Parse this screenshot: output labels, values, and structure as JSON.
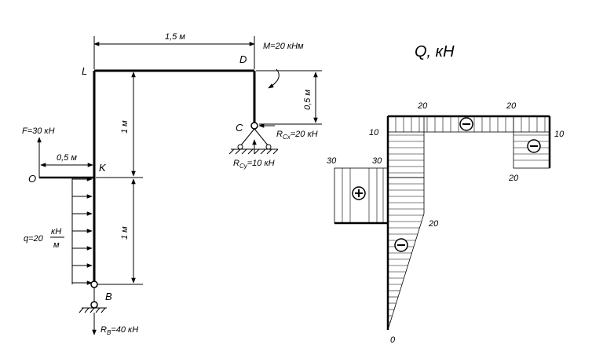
{
  "frame": {
    "dim_span": "1,5 м",
    "moment": "M=20 кНм",
    "point_L": "L",
    "point_D": "D",
    "point_C": "C",
    "point_K": "K",
    "point_O": "O",
    "point_B": "B",
    "dim_1m_top": "1 м",
    "dim_1m_bottom": "1 м",
    "dim_05m_right": "0,5 м",
    "dim_05m_left": "0,5 м",
    "force_F": "F=30 кН",
    "load_q_prefix": "q=20",
    "load_q_num": "кН",
    "load_q_den": "м",
    "reaction_Cx": "R",
    "reaction_Cx_sub": "Cx",
    "reaction_Cx_val": "=20 кН",
    "reaction_Cy": "R",
    "reaction_Cy_sub": "Cy",
    "reaction_Cy_val": "=10 кН",
    "reaction_B": "R",
    "reaction_B_sub": "B",
    "reaction_B_val": "=40 кН"
  },
  "diagram": {
    "title": "Q, кН",
    "values": {
      "top_left": "20",
      "top_right": "20",
      "left_10": "10",
      "right_10": "10",
      "right_20": "20",
      "left_30a": "30",
      "left_30b": "30",
      "mid_20": "20",
      "bottom_0": "0"
    },
    "signs": {
      "minus": "−",
      "plus": "+"
    }
  }
}
